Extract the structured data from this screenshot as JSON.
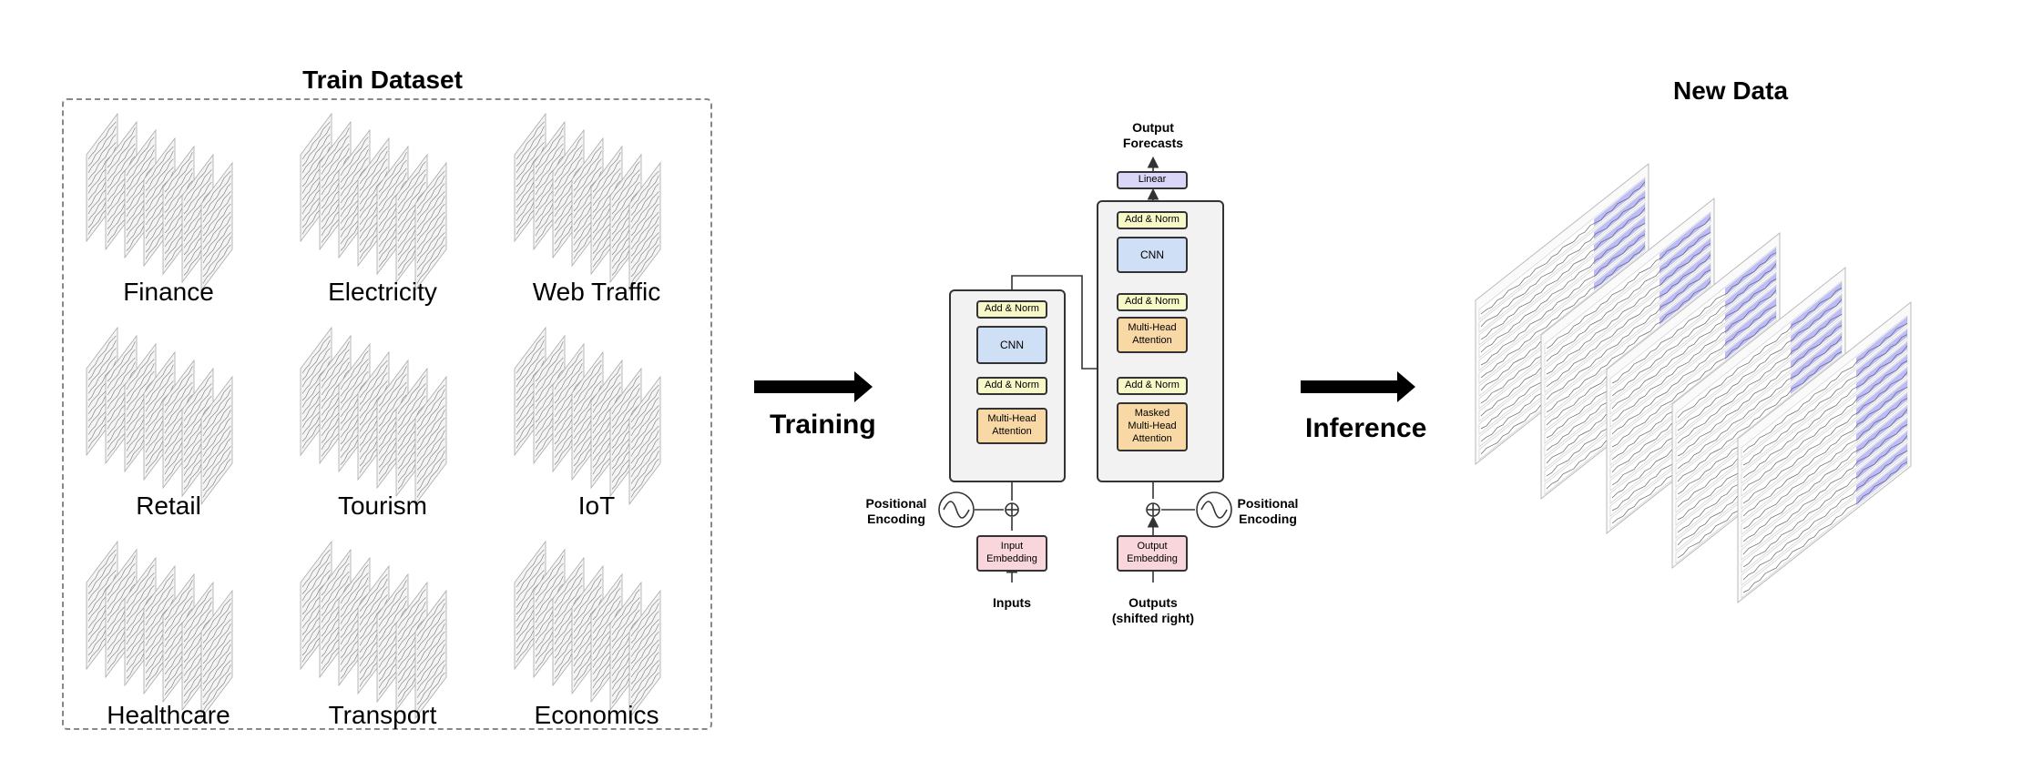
{
  "train_dataset": {
    "title": "Train Dataset",
    "domains": [
      "Finance",
      "Electricity",
      "Web Traffic",
      "Retail",
      "Tourism",
      "IoT",
      "Healthcare",
      "Transport",
      "Economics"
    ]
  },
  "arrows": {
    "training_label": "Training",
    "inference_label": "Inference"
  },
  "model": {
    "output_label": "Output\nForecasts",
    "linear": "Linear",
    "add_norm": "Add & Norm",
    "cnn": "CNN",
    "multi_head_attention": "Multi-Head\nAttention",
    "masked_multi_head_attention": "Masked\nMulti-Head\nAttention",
    "positional_encoding": "Positional\nEncoding",
    "input_embedding": "Input\nEmbedding",
    "output_embedding": "Output\nEmbedding",
    "inputs_label": "Inputs",
    "outputs_label": "Outputs\n(shifted right)"
  },
  "new_data": {
    "title": "New Data"
  },
  "colors": {
    "add_norm": "#f7f8c8",
    "cnn": "#cfdff6",
    "attention": "#f8d9a6",
    "linear": "#d9d6f7",
    "embedding": "#f8d6db",
    "highlight": "#6b6bf0"
  }
}
